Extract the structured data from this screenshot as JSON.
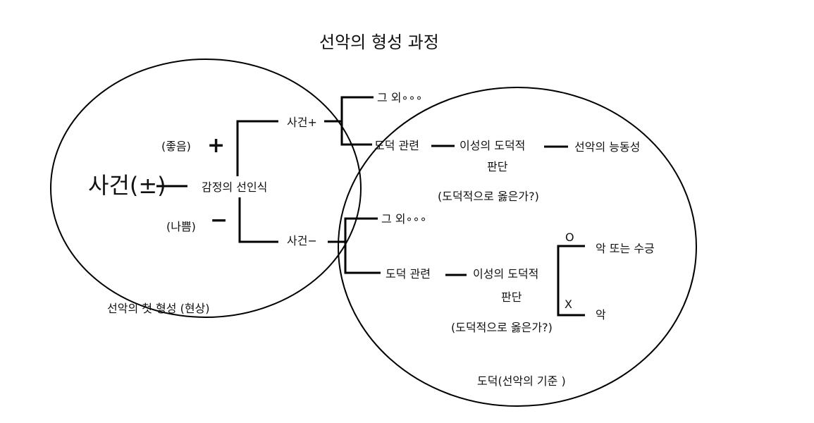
{
  "title": "선악의 형성 과정",
  "left_set": {
    "label": "선악의 첫 형성 (현상)",
    "event": "사건(±)",
    "emotion": "감정의 선인식",
    "good_label": "(좋음)",
    "good_sign": "+",
    "bad_label": "(나쁨)",
    "bad_sign": "−",
    "event_plus": "사건+",
    "event_minus": "사건−"
  },
  "right_set": {
    "label": "도덕(선악의 기준 )",
    "upper": {
      "other": "그 외∘∘∘",
      "moral": "도덕 관련",
      "judgment_line1": "이성의 도덕적",
      "judgment_line2": "판단",
      "question": "(도덕적으로 옳은가?)",
      "result": "선악의 능동성"
    },
    "lower": {
      "other": "그 외∘∘∘",
      "moral": "도덕 관련",
      "judgment_line1": "이성의 도덕적",
      "judgment_line2": "판단",
      "question": "(도덕적으로 옳은가?)",
      "yes_mark": "O",
      "yes_result": "악 또는 수긍",
      "no_mark": "X",
      "no_result": "악"
    }
  }
}
